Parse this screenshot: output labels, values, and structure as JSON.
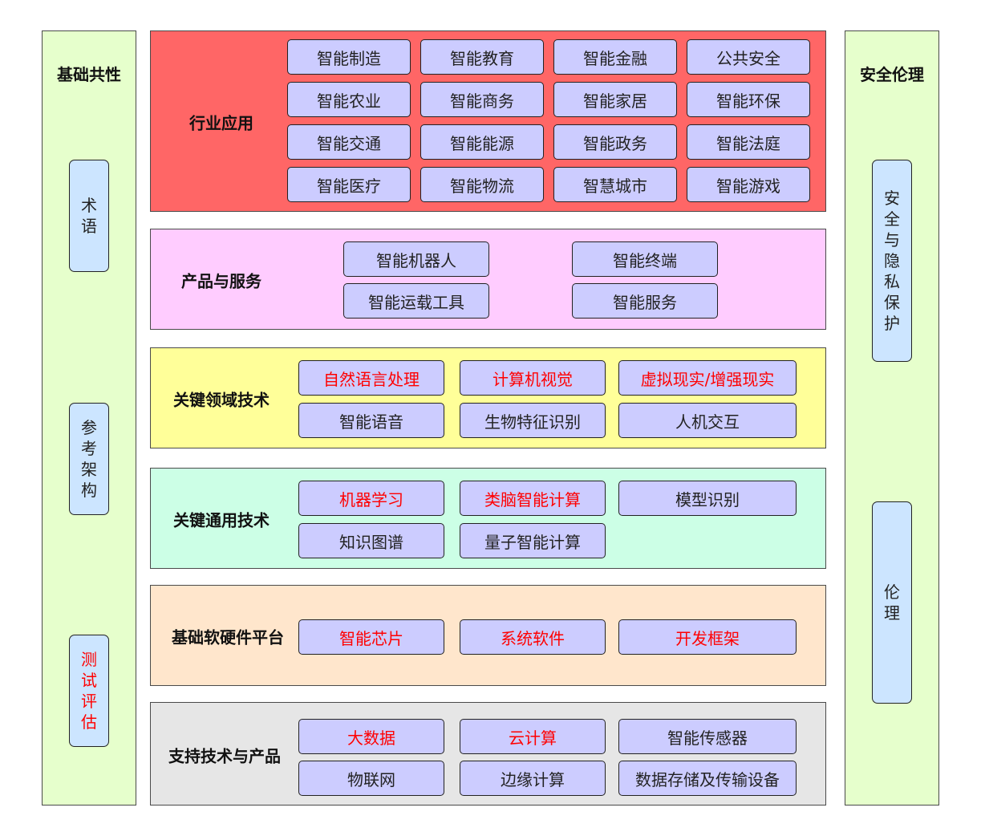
{
  "left_column": {
    "title": "基础共性",
    "items": [
      "术语",
      "参考架构",
      "测试评估"
    ],
    "highlight": [
      false,
      false,
      true
    ]
  },
  "right_column": {
    "title": "安全伦理",
    "items": [
      "安全与隐私保护",
      "伦理"
    ]
  },
  "layers": [
    {
      "title": "行业应用",
      "color": "#ff6666",
      "items": [
        "智能制造",
        "智能教育",
        "智能金融",
        "公共安全",
        "智能农业",
        "智能商务",
        "智能家居",
        "智能环保",
        "智能交通",
        "智能能源",
        "智能政务",
        "智能法庭",
        "智能医疗",
        "智能物流",
        "智慧城市",
        "智能游戏"
      ],
      "highlight": []
    },
    {
      "title": "产品与服务",
      "color": "#ffccff",
      "items": [
        "智能机器人",
        "智能终端",
        "智能运载工具",
        "智能服务"
      ],
      "highlight": []
    },
    {
      "title": "关键领域技术",
      "color": "#ffff99",
      "items": [
        "自然语言处理",
        "计算机视觉",
        "虚拟现实/增强现实",
        "智能语音",
        "生物特征识别",
        "人机交互"
      ],
      "highlight": [
        0,
        1,
        2
      ]
    },
    {
      "title": "关键通用技术",
      "color": "#ccffe6",
      "items": [
        "机器学习",
        "类脑智能计算",
        "模型识别",
        "知识图谱",
        "量子智能计算"
      ],
      "highlight": [
        0,
        1
      ]
    },
    {
      "title": "基础软硬件平台",
      "color": "#ffe6cc",
      "items": [
        "智能芯片",
        "系统软件",
        "开发框架"
      ],
      "highlight": [
        0,
        1,
        2
      ]
    },
    {
      "title": "支持技术与产品",
      "color": "#e6e6e6",
      "items": [
        "大数据",
        "云计算",
        "智能传感器",
        "物联网",
        "边缘计算",
        "数据存储及传输设备"
      ],
      "highlight": [
        0,
        1
      ]
    }
  ],
  "colors": {
    "side_bg": "#e6ffcc",
    "pill_bg": "#cce5ff",
    "box_bg": "#ccccff",
    "highlight_text": "#ff0000"
  }
}
